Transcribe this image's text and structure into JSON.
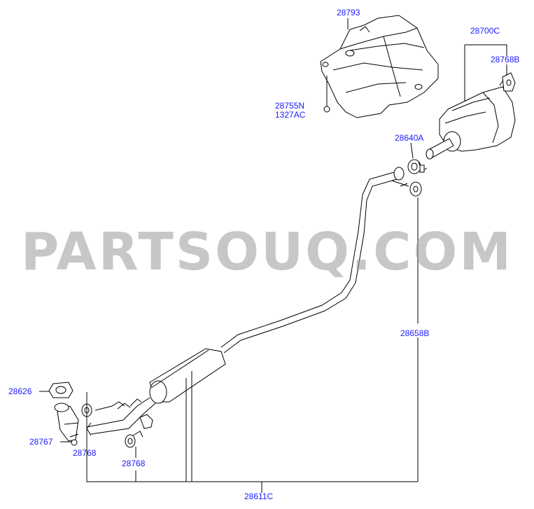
{
  "watermark": "PARTSOUQ.COM",
  "colors": {
    "label": "#1a1aff",
    "line": "#000000",
    "watermark": "#9a9a9a"
  },
  "parts": [
    {
      "id": "28793",
      "label": "28793"
    },
    {
      "id": "28700C",
      "label": "28700C"
    },
    {
      "id": "28768B",
      "label": "28768B"
    },
    {
      "id": "28755N",
      "label": "28755N"
    },
    {
      "id": "1327AC",
      "label": "1327AC"
    },
    {
      "id": "28640A",
      "label": "28640A"
    },
    {
      "id": "28658B",
      "label": "28658B"
    },
    {
      "id": "28626",
      "label": "28626"
    },
    {
      "id": "28767",
      "label": "28767"
    },
    {
      "id": "28768-left",
      "label": "28768"
    },
    {
      "id": "28768-right",
      "label": "28768"
    },
    {
      "id": "28611C",
      "label": "28611C"
    }
  ]
}
